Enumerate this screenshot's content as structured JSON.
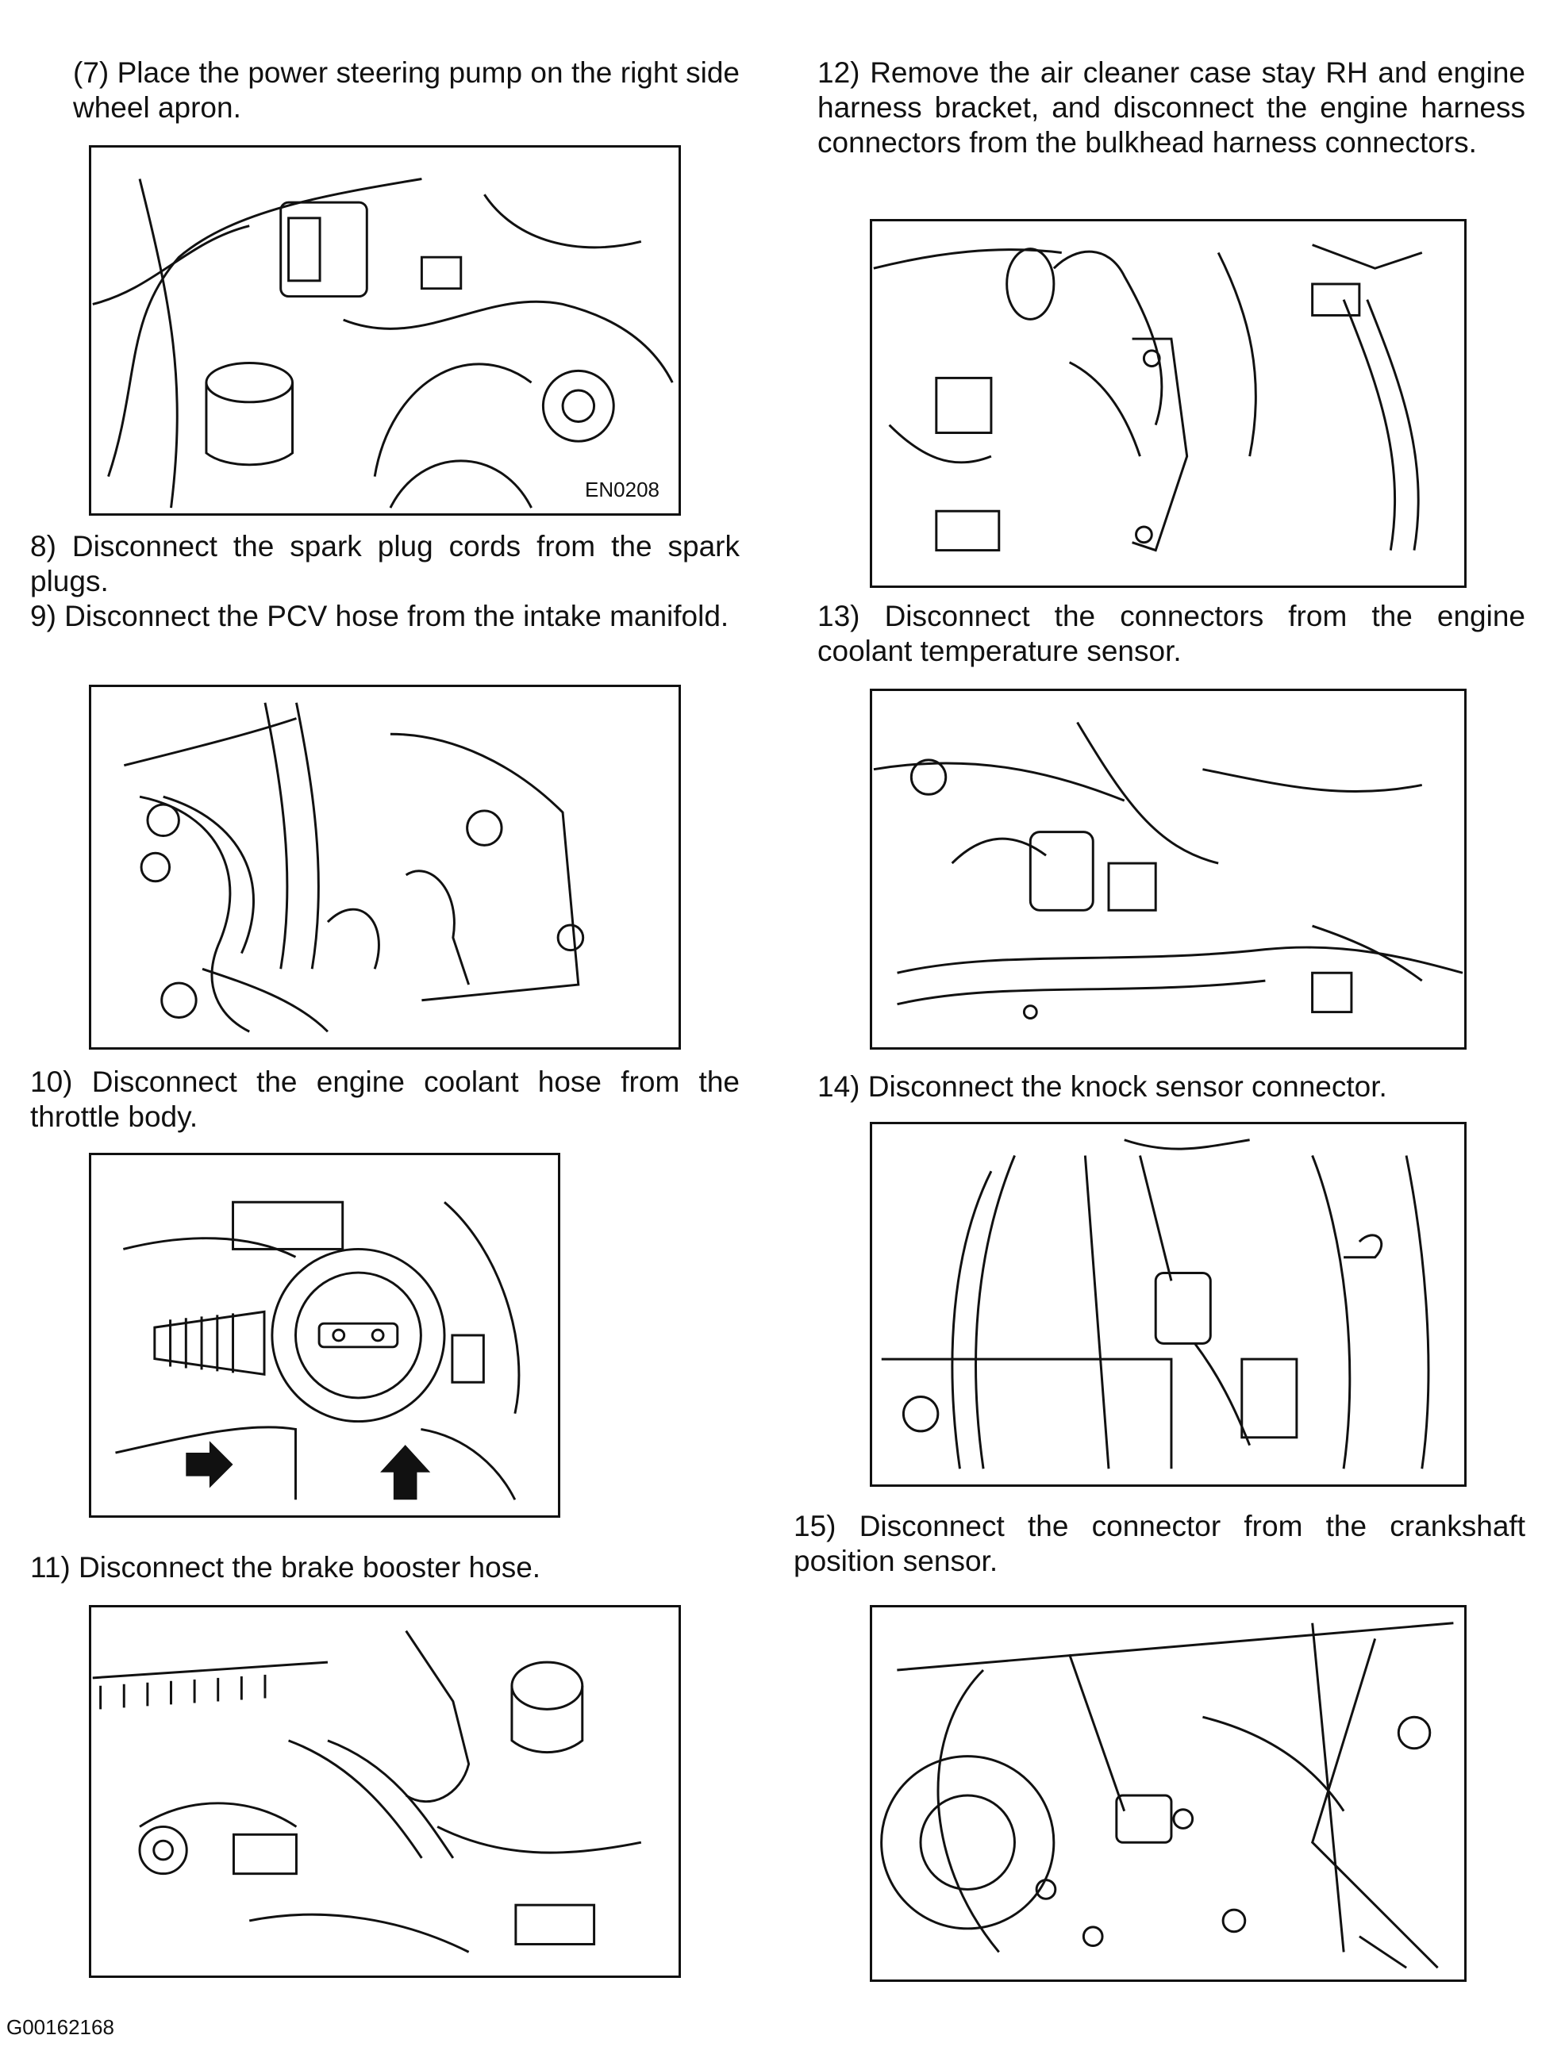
{
  "left_column": {
    "step7": "(7) Place the power steering pump on the right side wheel apron.",
    "fig7_code": "EN0208",
    "step8": "8) Disconnect the spark plug cords from the spark plugs.",
    "step9": "9) Disconnect the PCV hose from the intake manifold.",
    "step10": "10) Disconnect the engine coolant hose from the throttle body.",
    "step11": "11) Disconnect the brake booster hose."
  },
  "right_column": {
    "step12": "12) Remove the air cleaner case stay RH and engine harness bracket, and disconnect the engine harness connectors from the bulkhead harness connectors.",
    "step13": "13) Disconnect the connectors from the engine coolant temperature sensor.",
    "step14": "14) Disconnect the knock sensor connector.",
    "step15": "15) Disconnect the connector from the crankshaft position sensor."
  },
  "footer": {
    "doc_id": "G00162168"
  }
}
